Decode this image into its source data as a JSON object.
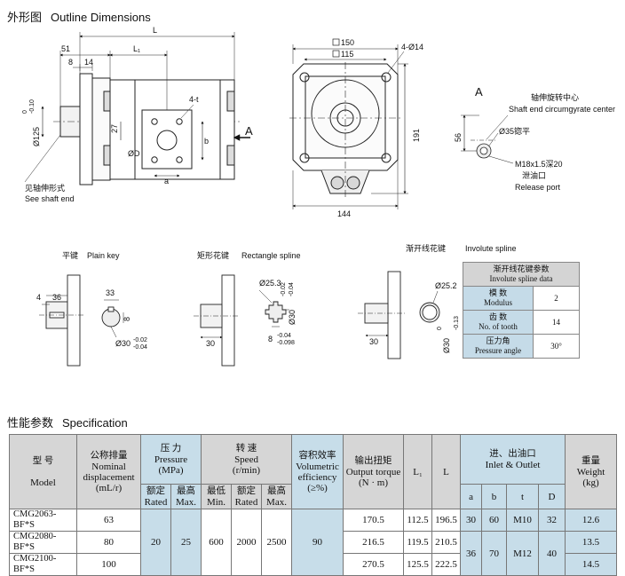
{
  "outline": {
    "title_cn": "外形图",
    "title_en": "Outline Dimensions",
    "dims": {
      "L": "L",
      "d51": "51",
      "d8": "8",
      "d14": "14",
      "L1": "L₁",
      "d125": "Ø125",
      "d125_tol_hi": "0",
      "d125_tol_lo": "-0.10",
      "d27": "27",
      "dD": "ØD",
      "b": "b",
      "a": "a",
      "four_t": "4-t",
      "arrow_A": "A",
      "sq150": "150",
      "sq115": "115",
      "holes": "4-Ø14",
      "h191": "191",
      "w144": "144"
    },
    "shaft_note_cn": "见轴伸形式",
    "shaft_note_en": "See shaft end",
    "view_a": {
      "label": "A",
      "center_cn": "轴伸旋转中心",
      "center_en": "Shaft end circumgyrate center",
      "d56": "56",
      "d35": "Ø35锪平",
      "thread": "M18x1.5深20",
      "port_cn": "泄油口",
      "port_en": "Release port"
    }
  },
  "shaft_ends": {
    "plain_key": {
      "title_cn": "平键",
      "title_en": "Plain key",
      "d4": "4",
      "d36": "36",
      "d33": "33",
      "d8": "8",
      "d30": "Ø30",
      "tol_hi": "-0.02",
      "tol_lo": "-0.04"
    },
    "rect_spline": {
      "title_cn": "矩形花键",
      "title_en": "Rectangle spline",
      "d25": "Ø25.3",
      "d30": "Ø30",
      "tol_hi": "-0.02",
      "tol_lo": "-0.04",
      "len30": "30",
      "d8": "8",
      "w_tol_hi": "-0.04",
      "w_tol_lo": "-0.098"
    },
    "involute": {
      "title_cn": "渐开线花键",
      "title_en": "Involute spline",
      "d25": "Ø25.2",
      "d30": "Ø30",
      "tol_hi": "0",
      "tol_lo": "-0.13",
      "len30": "30",
      "table": {
        "header_cn": "渐开线花键参数",
        "header_en": "Involute spline data",
        "rows": [
          {
            "cn": "模 数",
            "en": "Modulus",
            "value": "2"
          },
          {
            "cn": "齿 数",
            "en": "No. of tooth",
            "value": "14"
          },
          {
            "cn": "压力角",
            "en": "Pressure angle",
            "value": "30°"
          }
        ]
      }
    }
  },
  "spec": {
    "title_cn": "性能参数",
    "title_en": "Specification",
    "headers": {
      "model_cn": "型 号",
      "model_en": "Model",
      "disp_cn": "公称排量",
      "disp_en1": "Nominal",
      "disp_en2": "displacement",
      "disp_unit": "(mL/r)",
      "pressure_cn": "压 力",
      "pressure_en": "Pressure",
      "pressure_unit": "(MPa)",
      "rated_cn": "额定",
      "rated_en": "Rated",
      "max_cn": "最高",
      "max_en": "Max.",
      "speed_cn": "转 速",
      "speed_en": "Speed",
      "speed_unit": "(r/min)",
      "min_cn": "最低",
      "min_en": "Min.",
      "vol_cn": "容积效率",
      "vol_en1": "Volumetric",
      "vol_en2": "efficiency",
      "vol_unit": "(≥%)",
      "torque_cn": "输出扭矩",
      "torque_en": "Output torque",
      "torque_unit": "(N · m)",
      "L1": "L₁",
      "L": "L",
      "inlet_cn": "进、出油口",
      "inlet_en": "Inlet & Outlet",
      "a": "a",
      "b": "b",
      "t": "t",
      "D": "D",
      "weight_cn": "重量",
      "weight_en": "Weight",
      "weight_unit": "(kg)"
    },
    "rows": [
      {
        "model": "CMG2063-BF*S",
        "disp": "63",
        "torque": "170.5",
        "L1": "112.5",
        "L": "196.5",
        "a": "30",
        "b": "60",
        "t": "M10",
        "D": "32",
        "weight": "12.6"
      },
      {
        "model": "CMG2080-BF*S",
        "disp": "80",
        "torque": "216.5",
        "L1": "119.5",
        "L": "210.5",
        "weight": "13.5"
      },
      {
        "model": "CMG2100-BF*S",
        "disp": "100",
        "torque": "270.5",
        "L1": "125.5",
        "L": "222.5",
        "weight": "14.5"
      }
    ],
    "shared": {
      "pressure_rated": "20",
      "pressure_max": "25",
      "speed_min": "600",
      "speed_rated": "2000",
      "speed_max": "2500",
      "vol_eff": "90",
      "a2": "36",
      "b2": "70",
      "t2": "M12",
      "D2": "40"
    }
  }
}
